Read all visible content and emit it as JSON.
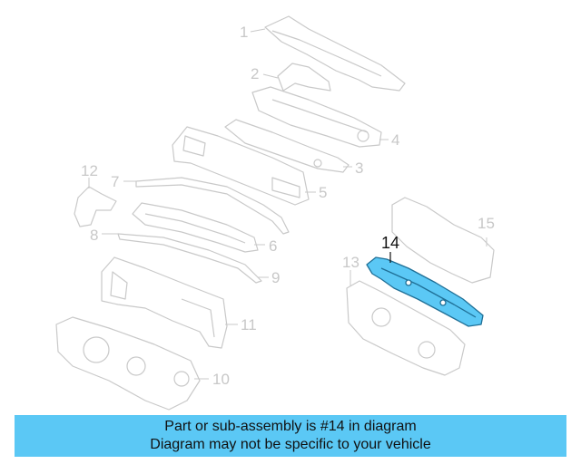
{
  "callouts": {
    "c1": "1",
    "c2": "2",
    "c3": "3",
    "c4": "4",
    "c5": "5",
    "c6": "6",
    "c7": "7",
    "c8": "8",
    "c9": "9",
    "c10": "10",
    "c11": "11",
    "c12": "12",
    "c13": "13",
    "c14": "14",
    "c15": "15"
  },
  "highlight_color": "#5bc8f5",
  "banner": {
    "line1": "Part or sub-assembly is #14 in diagram",
    "line2": "Diagram may not be specific to your vehicle"
  }
}
